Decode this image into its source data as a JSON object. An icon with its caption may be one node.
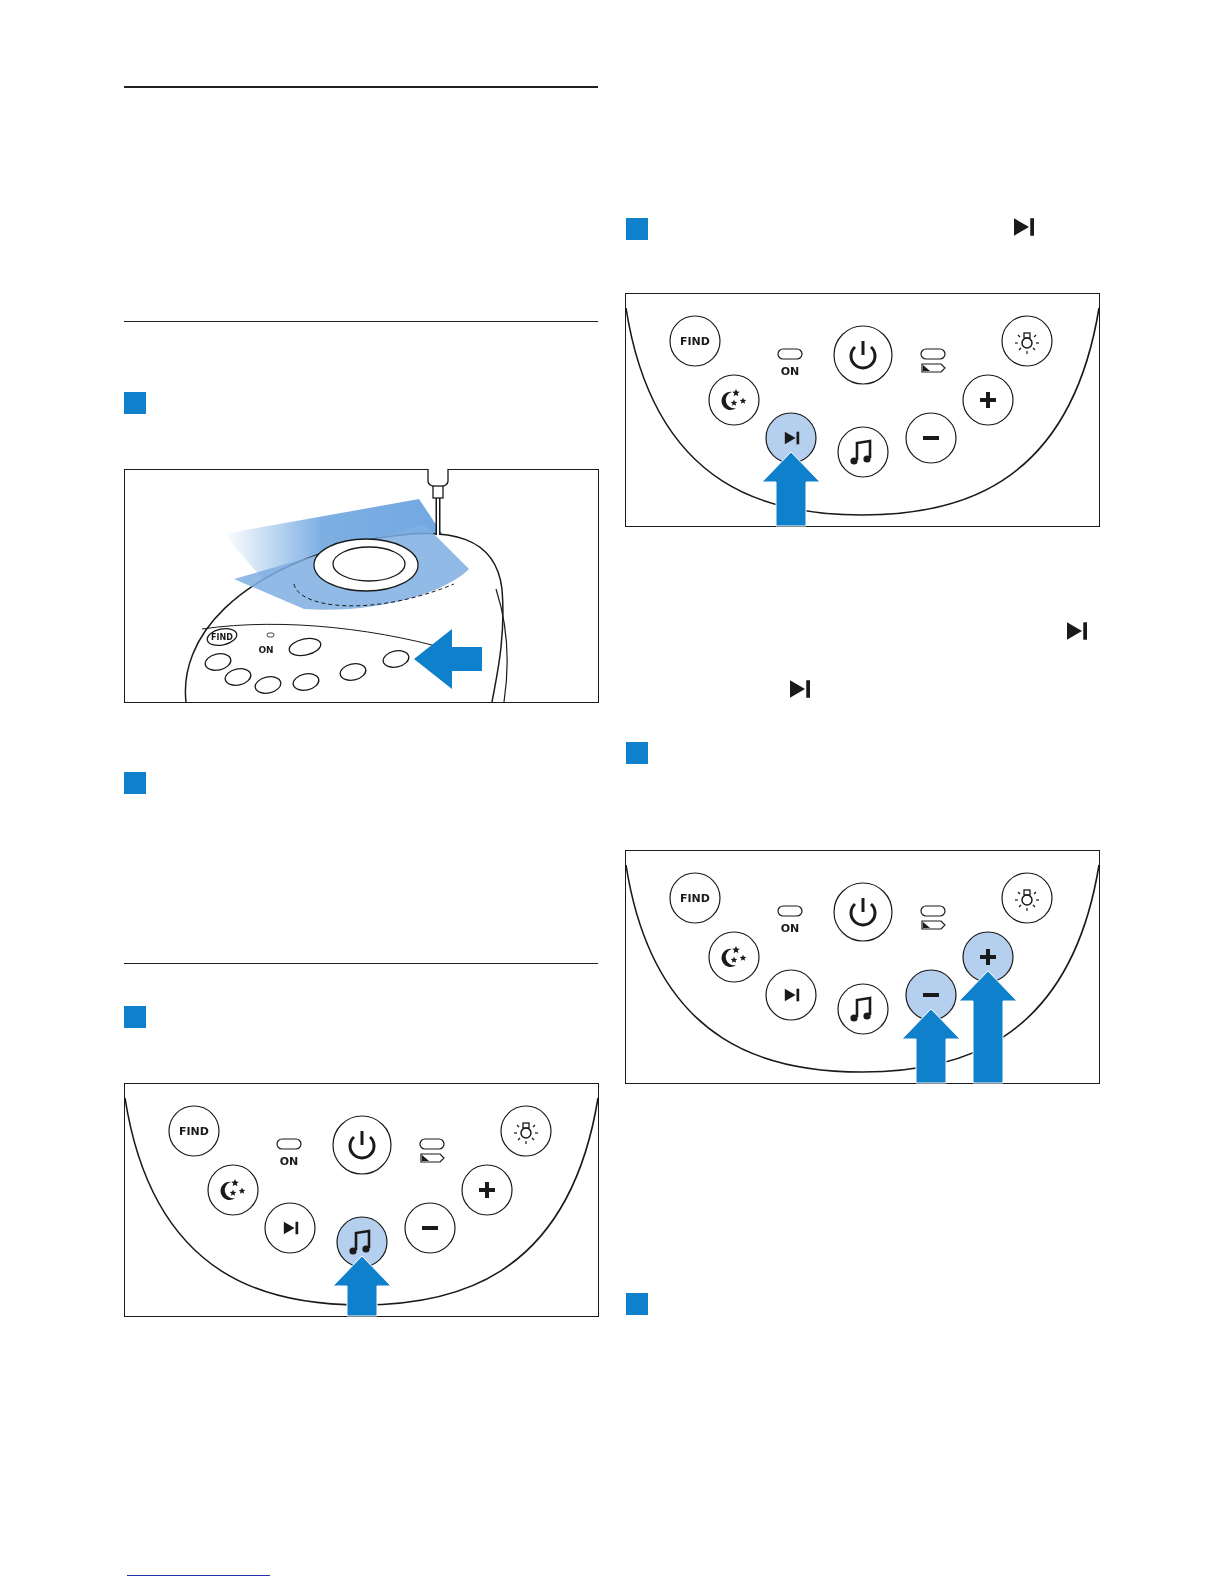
{
  "diagram": {
    "labels": [
      "FIND",
      "ON",
      "FIND",
      "ON",
      "FIND",
      "ON",
      "FIND",
      "ON"
    ]
  }
}
